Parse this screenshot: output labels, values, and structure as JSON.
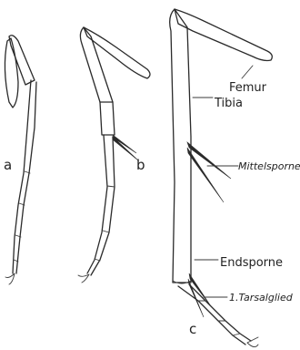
{
  "panels": {
    "a": "a",
    "b": "b",
    "c": "c"
  },
  "labels": {
    "femur": "Femur",
    "tibia": "Tibia",
    "mittelsporne": "Mittelsporne",
    "endsporne": "Endsporne",
    "tarsalglied": "1.Tarsalglied"
  }
}
